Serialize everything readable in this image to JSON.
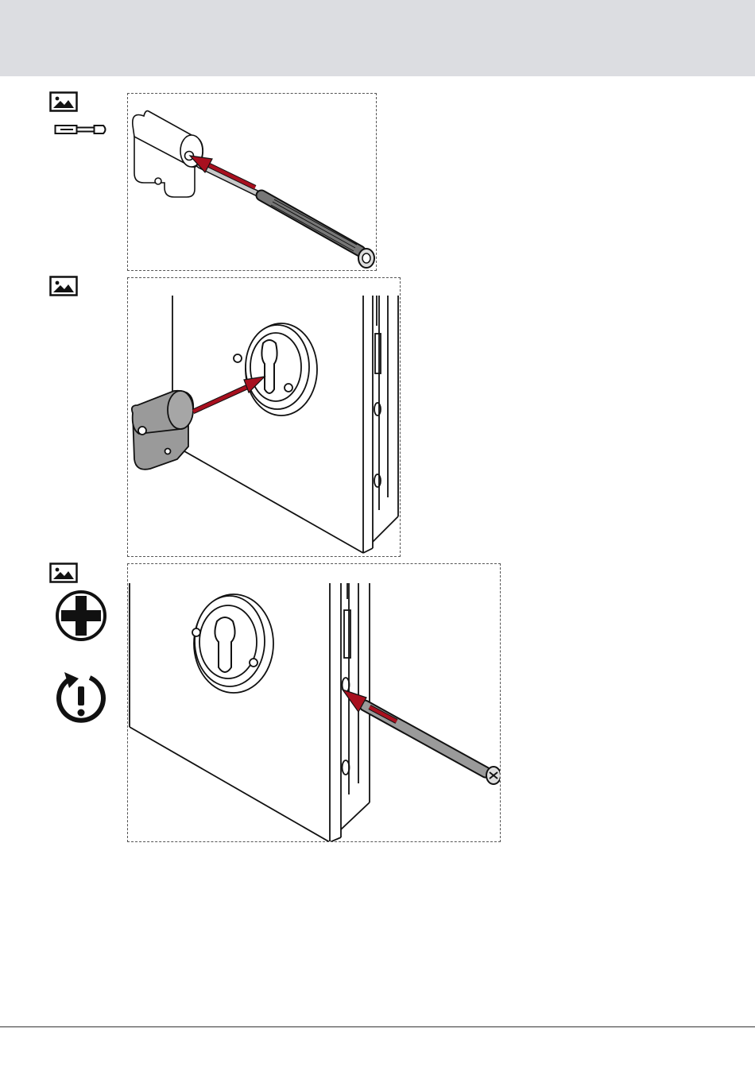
{
  "colors": {
    "header_band": "#dcdde1",
    "line": "#111111",
    "arrow": "#a8101f",
    "metal": "#9a9a9a",
    "footer_rule": "#333333"
  },
  "steps": [
    {
      "step_icon": "picture-icon",
      "tools": [
        "screwdriver-icon"
      ],
      "illustration": "cylinder-screw-insertion"
    },
    {
      "step_icon": "picture-icon",
      "tools": [],
      "illustration": "cylinder-into-rosette"
    },
    {
      "step_icon": "picture-icon",
      "tools": [
        "phillips-bit-icon",
        "tighten-clockwise-caution-icon"
      ],
      "illustration": "fixing-screw-into-lock-edge"
    }
  ]
}
